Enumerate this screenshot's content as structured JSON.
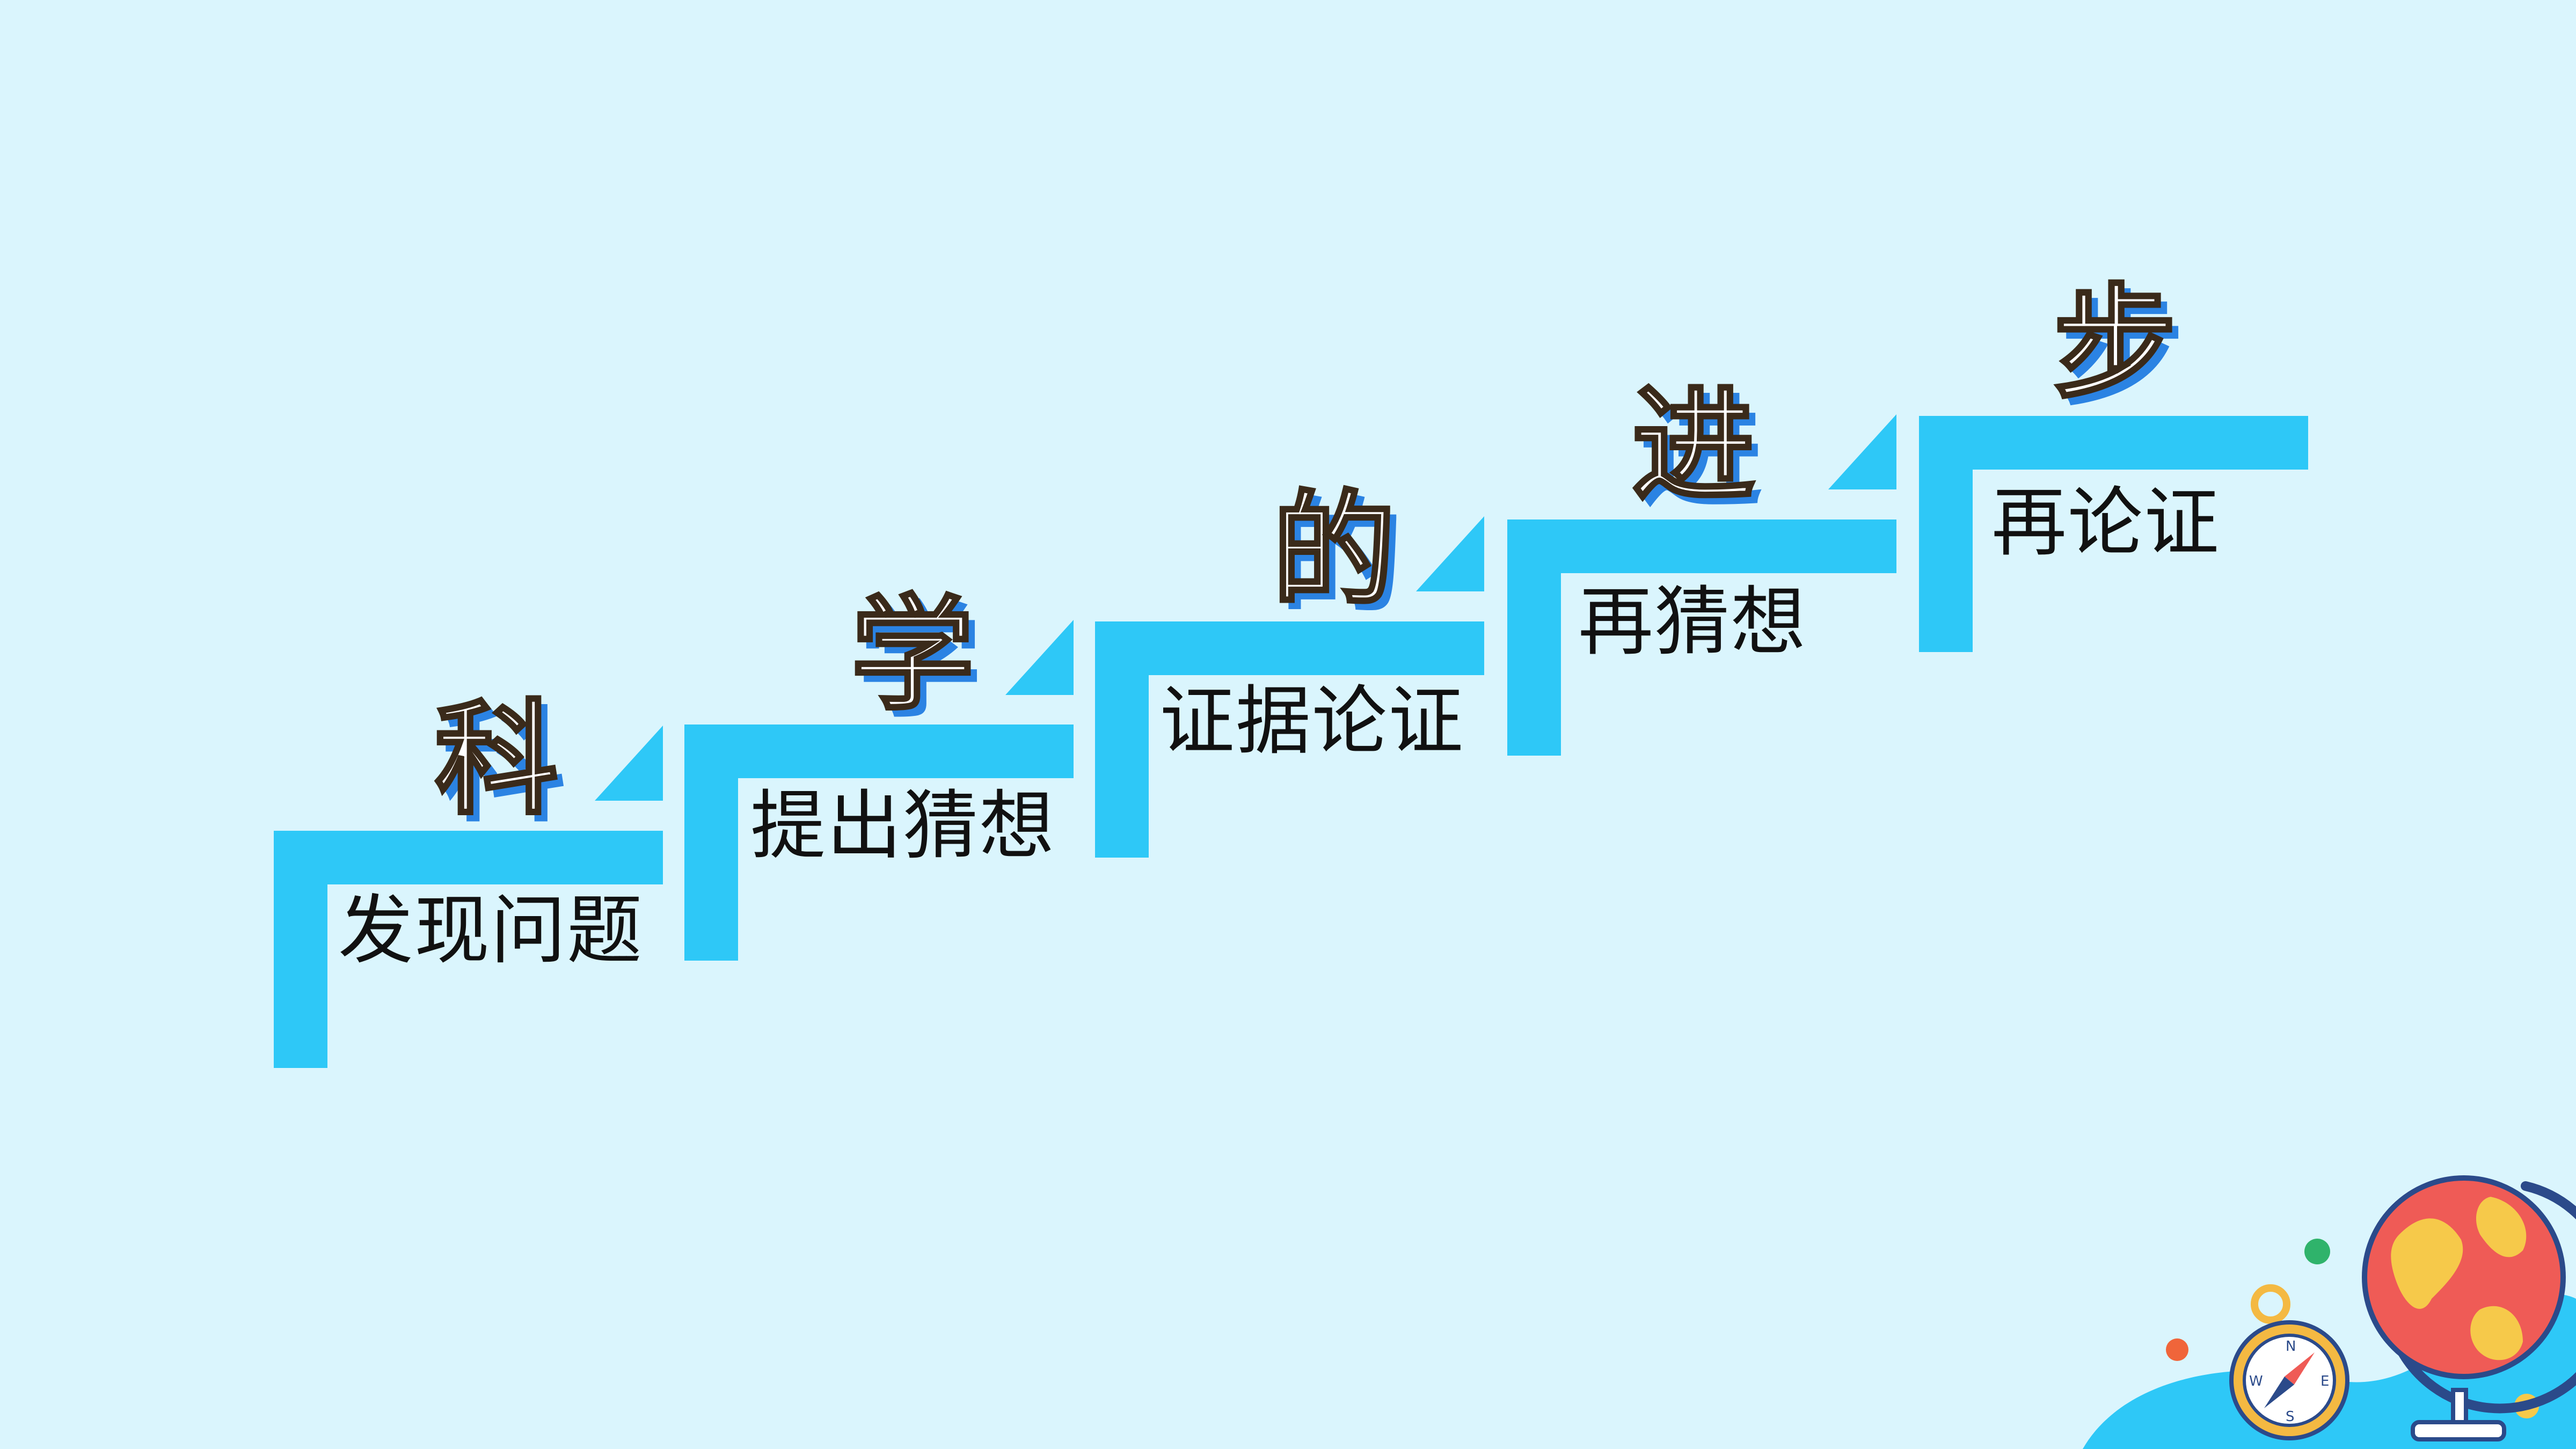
{
  "title_chars": [
    "科",
    "学",
    "的",
    "进",
    "步"
  ],
  "steps": [
    {
      "label": "发现问题"
    },
    {
      "label": "提出猜想"
    },
    {
      "label": "证据论证"
    },
    {
      "label": "再猜想"
    },
    {
      "label": "再论证"
    }
  ],
  "compass": {
    "n": "N",
    "e": "E",
    "s": "S",
    "w": "W"
  },
  "colors": {
    "background": "#daf5fd",
    "step_blue": "#2ec8f7",
    "title_shadow": "#2b83e3",
    "globe_red": "#ef5b56",
    "globe_yellow": "#f6c94a",
    "globe_base": "#2ec8f7",
    "compass_gold": "#f4b942"
  }
}
